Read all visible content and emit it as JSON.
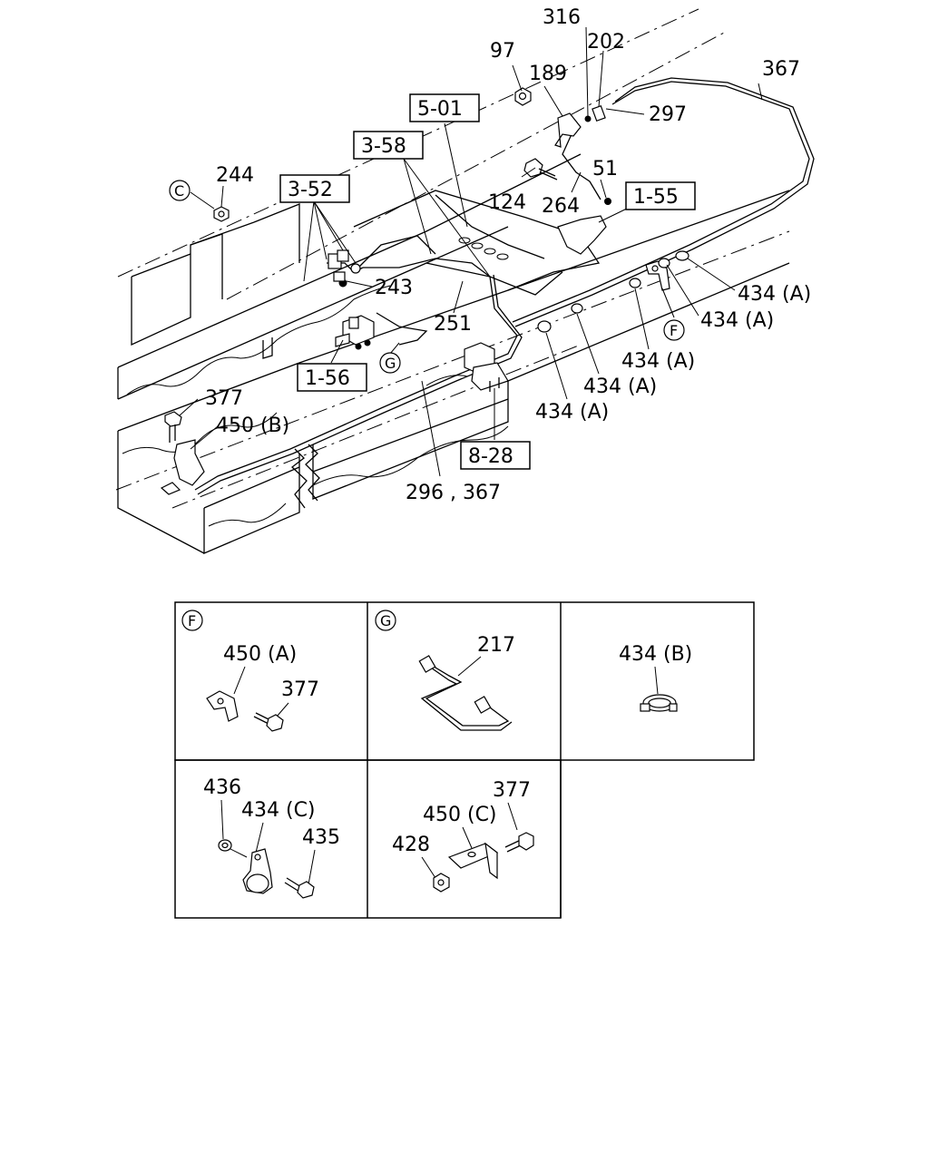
{
  "callouts": {
    "p316": "316",
    "p202": "202",
    "p97": "97",
    "p189": "189",
    "p367_top": "367",
    "p297": "297",
    "p51": "51",
    "p124": "124",
    "p264": "264",
    "p244": "244",
    "p243": "243",
    "p251": "251",
    "p434a_1": "434 (A)",
    "p434a_2": "434 (A)",
    "p434a_3": "434 (A)",
    "p434a_4": "434 (A)",
    "p434a_5": "434 (A)",
    "p377": "377",
    "p450b": "450 (B)",
    "p296_367": "296 , 367"
  },
  "references": {
    "r501": "5-01",
    "r358": "3-58",
    "r352": "3-52",
    "r155": "1-55",
    "r156": "1-56",
    "r828": "8-28"
  },
  "markers": {
    "c": "C",
    "f": "F",
    "g": "G"
  },
  "detail_panels": {
    "f": {
      "marker": "F",
      "l450a": "450 (A)",
      "l377": "377"
    },
    "g": {
      "marker": "G",
      "l217": "217"
    },
    "b": {
      "l434b": "434 (B)"
    },
    "c": {
      "l436": "436",
      "l434c": "434 (C)",
      "l435": "435"
    },
    "e": {
      "l377": "377",
      "l450c": "450 (C)",
      "l428": "428"
    }
  }
}
